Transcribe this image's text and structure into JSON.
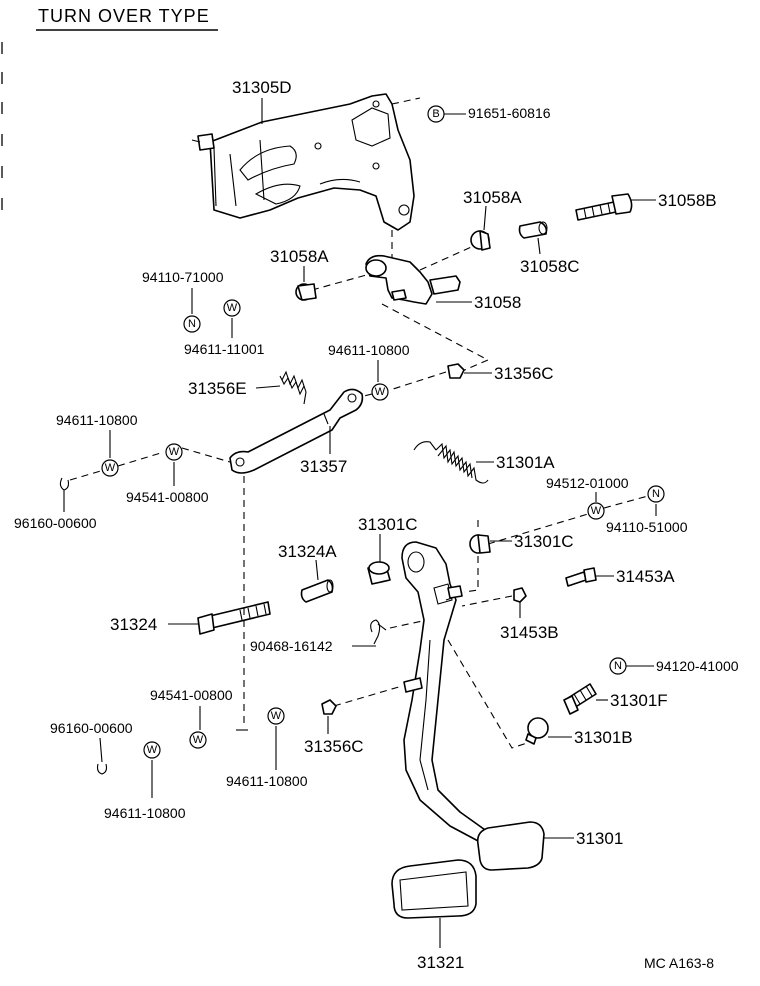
{
  "title": "TURN OVER TYPE",
  "footer_code": "MC  A163-8",
  "labels": {
    "p31305D": "31305D",
    "p91651_60816": "91651-60816",
    "p31058A_r": "31058A",
    "p31058B": "31058B",
    "p31058C": "31058C",
    "p31058A_l": "31058A",
    "p31058": "31058",
    "p94110_71000": "94110-71000",
    "p94611_11001": "94611-11001",
    "p94611_10800_a": "94611-10800",
    "p31356C_a": "31356C",
    "p31356E": "31356E",
    "p94611_10800_b": "94611-10800",
    "p31357": "31357",
    "p31301A": "31301A",
    "p94541_00800_a": "94541-00800",
    "p96160_00600_a": "96160-00600",
    "p94512_01000": "94512-01000",
    "p94110_51000": "94110-51000",
    "p31301C_a": "31301C",
    "p31301C_b": "31301C",
    "p31324A": "31324A",
    "p31453A": "31453A",
    "p31324": "31324",
    "p31453B": "31453B",
    "p90468_16142": "90468-16142",
    "p94120_41000": "94120-41000",
    "p94541_00800_b": "94541-00800",
    "p31301F": "31301F",
    "p96160_00600_b": "96160-00600",
    "p31356C_b": "31356C",
    "p31301B": "31301B",
    "p94611_10800_c": "94611-10800",
    "p94611_10800_d": "94611-10800",
    "p31301": "31301",
    "p31321": "31321"
  },
  "badges": {
    "b": "B",
    "n": "N",
    "w": "W"
  }
}
